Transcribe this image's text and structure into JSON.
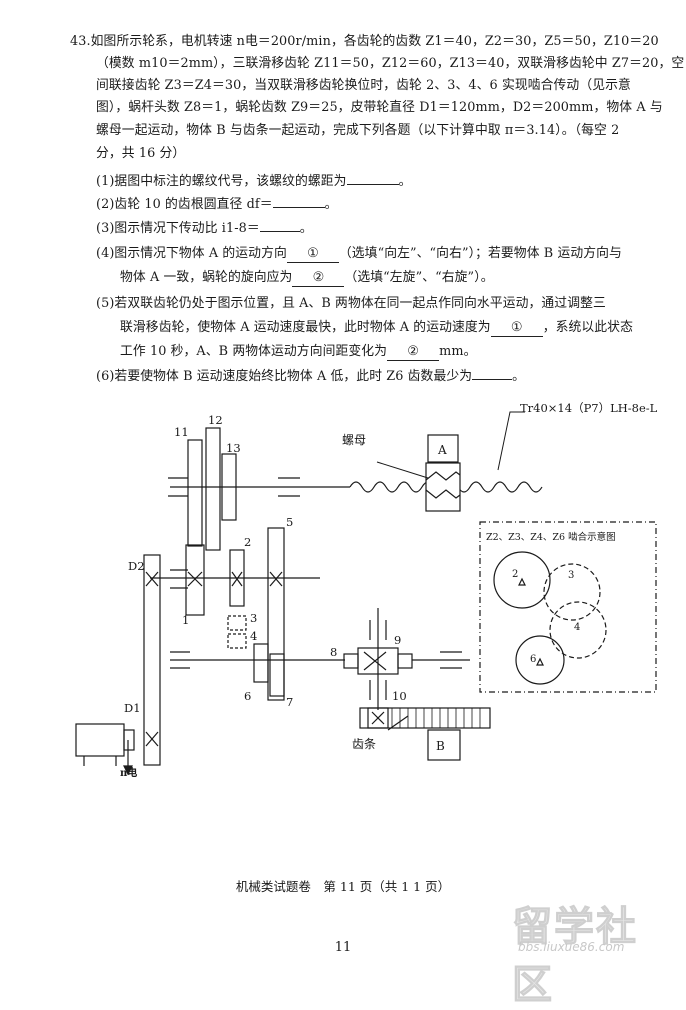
{
  "question": {
    "lines": [
      "43.如图所示轮系，电机转速 n电＝200r/min，各齿轮的齿数 Z1＝40，Z2＝30，Z5＝50，Z10＝20",
      "（模数 m10＝2mm），三联滑移齿轮 Z11＝50，Z12＝60，Z13＝40，双联滑移齿轮中 Z7＝20，空",
      "间联接齿轮 Z3＝Z4＝30，当双联滑移齿轮换位时，齿轮 2、3、4、6 实现啮合传动（见示意",
      "图），蜗杆头数 Z8＝1，蜗轮齿数 Z9＝25，皮带轮直径 D1＝120mm，D2＝200mm，物体 A 与",
      "螺母一起运动，物体 B 与齿条一起运动，完成下列各题（以下计算中取 π＝3.14）。（每空 2",
      "分，共 16 分）"
    ],
    "items": [
      {
        "pre": "(1)据图中标注的螺纹代号，该螺纹的螺距为",
        "blank": "",
        "post": "。"
      },
      {
        "pre": "(2)齿轮 10 的齿根圆直径 df＝",
        "blank": "",
        "post": "。"
      },
      {
        "pre": "(3)图示情况下传动比 i1-8＝",
        "blank": "",
        "post": "。"
      },
      {
        "pre": "(4)图示情况下物体 A 的运动方向",
        "blank": "①",
        "post": "（选填“向左”、“向右”）；若要物体 B 运动方向与"
      },
      {
        "pre": "物体 A 一致，蜗轮的旋向应为",
        "blank": "②",
        "post": "（选填“左旋”、“右旋”）。"
      },
      {
        "pre": "(5)若双联齿轮仍处于图示位置，且 A、B 两物体在同一起点作同向水平运动，通过调整三",
        "blank": "",
        "post": ""
      },
      {
        "pre": "联滑移齿轮，使物体 A 运动速度最快，此时物体 A 的运动速度为",
        "blank": "①",
        "post": "，系统以此状态"
      },
      {
        "pre": "工作 10 秒，A、B 两物体运动方向间距变化为",
        "blank": "②",
        "post": "mm。"
      },
      {
        "pre": "(6)若要使物体 B 运动速度始终比物体 A 低，此时 Z6 齿数最少为",
        "blank": "",
        "post": "。"
      }
    ]
  },
  "diagram": {
    "thread_code": "Tr40×14（P7）LH-8e-L",
    "nut_label": "螺母",
    "rack_label": "齿条",
    "object_a": "A",
    "object_b": "B",
    "mesh_title": "Z2、Z3、Z4、Z6 啮合示意图",
    "mesh_gears": [
      "2",
      "3",
      "4",
      "6"
    ],
    "gear_numbers": [
      "1",
      "2",
      "3",
      "4",
      "5",
      "6",
      "7",
      "8",
      "9",
      "10",
      "11",
      "12",
      "13"
    ],
    "pulley_d2": "D2",
    "pulley_d1": "D1",
    "motor_speed": "n电"
  },
  "footer": {
    "title": "机械类试题卷　第 11 页（共 1 1 页）",
    "page_number": "11"
  },
  "watermark": {
    "text": "留学社区",
    "url": "bbs.liuxue86.com"
  }
}
